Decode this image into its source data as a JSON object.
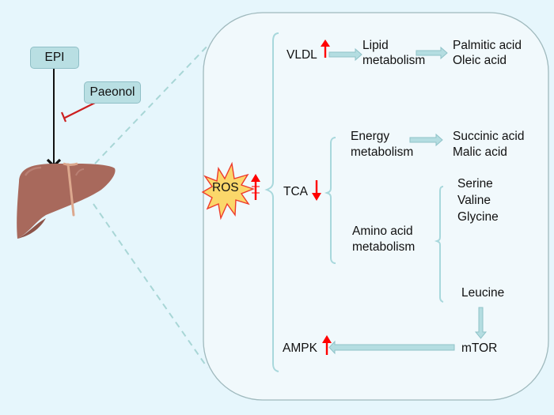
{
  "left_panel": {
    "stimulus_label": "EPI",
    "inhibitor_label": "Paeonol",
    "organ": "liver-icon"
  },
  "detail_panel": {
    "ros_label": "ROS",
    "ros_direction": "up",
    "branches": {
      "vldl": {
        "label": "VLDL",
        "direction": "up"
      },
      "lipid_metabolism": {
        "line1": "Lipid",
        "line2": "metabolism"
      },
      "lipid_products": [
        "Palmitic acid",
        "Oleic acid"
      ],
      "tca": {
        "label": "TCA",
        "direction": "down"
      },
      "energy_metabolism": {
        "line1": "Energy",
        "line2": "metabolism"
      },
      "energy_products": [
        "Succinic acid",
        "Malic acid"
      ],
      "amino_acid_metabolism": {
        "line1": "Amino acid",
        "line2": "metabolism"
      },
      "amino_acids": [
        "Serine",
        "Valine",
        "Glycine"
      ],
      "leucine": "Leucine",
      "mtor": "mTOR",
      "ampk": {
        "label": "AMPK",
        "direction": "up"
      }
    }
  },
  "colors": {
    "background": "#e6f6fc",
    "panel": "#f1f9fc",
    "panel_border": "#9fb9bd",
    "brace": "#a8d8dc",
    "flow_arrow": "#b4dde1",
    "up_down_arrow": "#ff0000",
    "inhibit": "#cc1f1f",
    "liver": "#a8695c",
    "star_fill": "#fbd76a",
    "star_stroke": "#ee3b2b"
  }
}
